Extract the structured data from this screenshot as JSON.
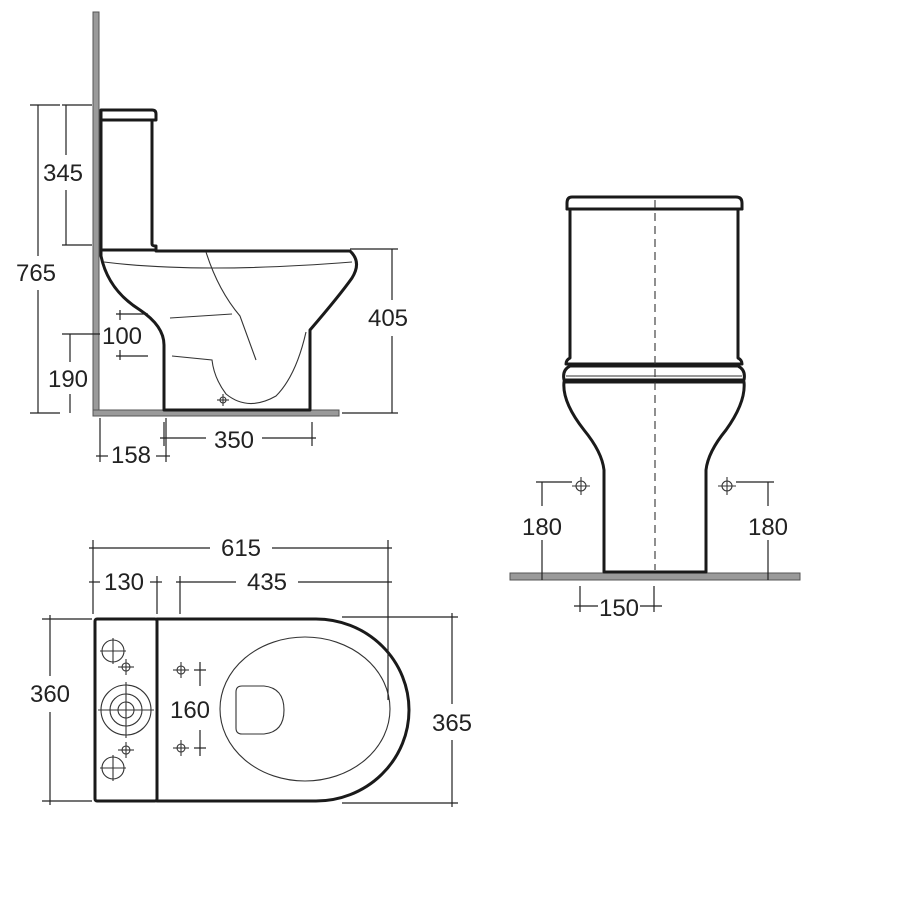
{
  "diagram": {
    "side_view": {
      "dims": {
        "cistern_height": "345",
        "total_height": "765",
        "pan_height": "405",
        "waste_pipe_width": "100",
        "waste_height": "190",
        "wall_to_waste": "158",
        "pan_base_width": "350"
      }
    },
    "front_view": {
      "dims": {
        "fixing_height_left": "180",
        "fixing_height_right": "180",
        "fixing_spacing": "150"
      }
    },
    "plan_view": {
      "dims": {
        "total_length": "615",
        "cistern_depth": "130",
        "pan_length": "435",
        "cistern_width": "360",
        "pan_width": "365",
        "fixing_spacing": "160"
      }
    }
  }
}
